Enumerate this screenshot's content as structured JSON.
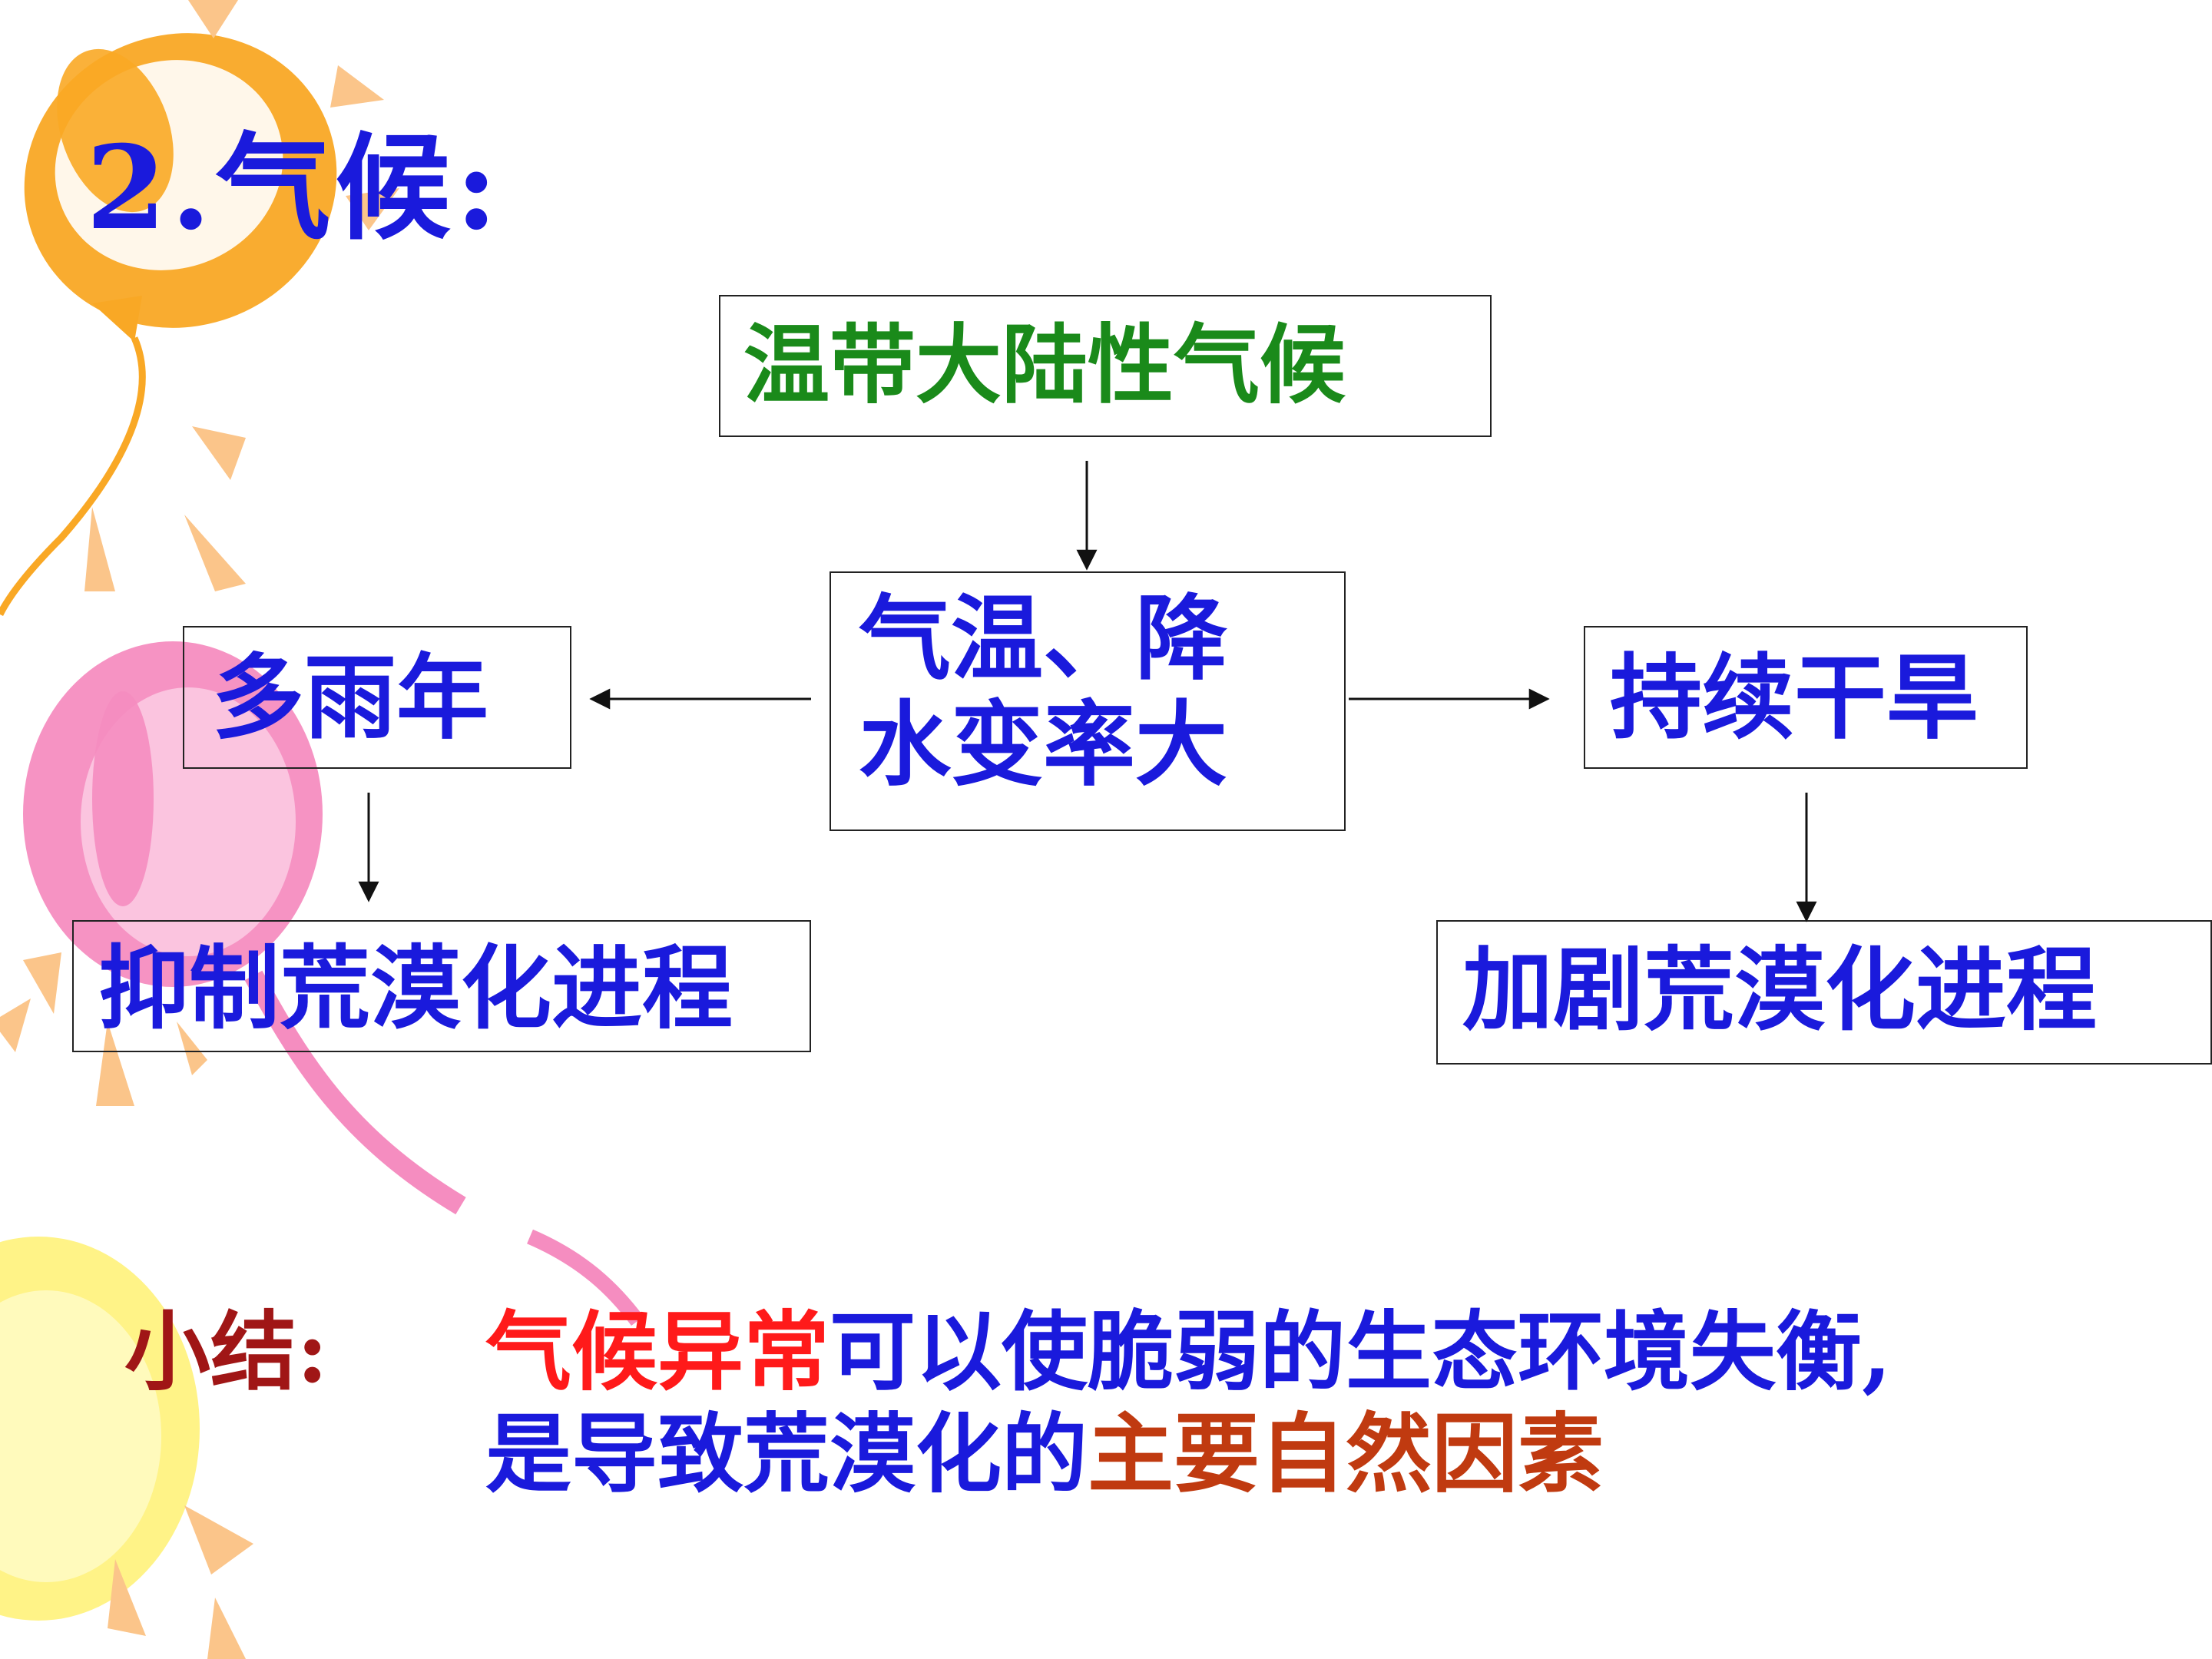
{
  "slide": {
    "title": "2.气候:",
    "boxes": {
      "top": "温带大陆性气候",
      "center_line1": "气温、降",
      "center_line2": "水变率大",
      "left": "多雨年",
      "right": "持续干旱",
      "bottom_left": "抑制荒漠化进程",
      "bottom_right": "加剧荒漠化进程"
    },
    "summary": {
      "label": "小结:",
      "line1_red": "气候异常",
      "line1_blue": "可以使脆弱的生态环境失衡,",
      "line2_blue": "是导致荒漠化的",
      "line2_brown": "主要自然因素"
    }
  },
  "colors": {
    "title": "#1a1adc",
    "box_text": "#1a1adc",
    "top_box_text": "#1a8a1a",
    "label": "#a01616",
    "highlight_red": "#ff1a1a",
    "highlight_brown": "#c03a10"
  }
}
